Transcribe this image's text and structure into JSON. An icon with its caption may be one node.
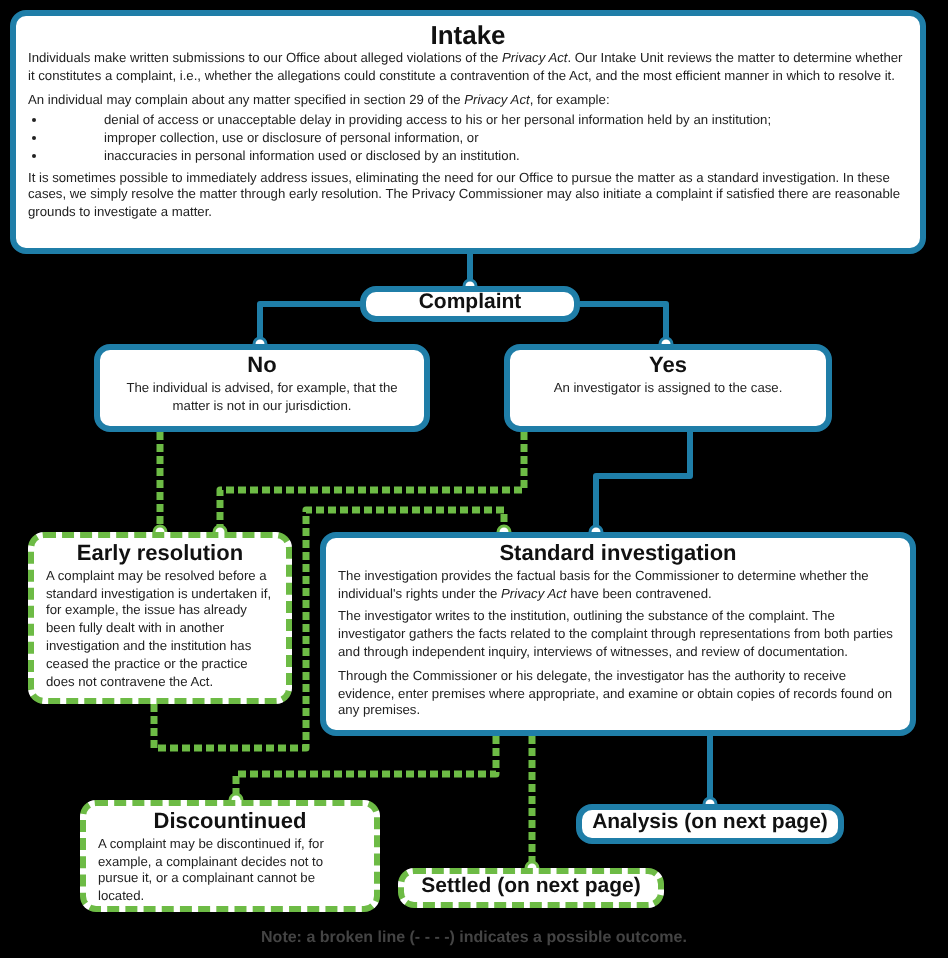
{
  "diagram": {
    "nodes": [
      {
        "text": [
          "Intake",
          "Individuals make written submissions to our Office about alleged violations of the *Privacy Act*. Our Intake Unit reviews the matter to determine whether it constitutes a complaint, i.e., whether the allegations could constitute a contravention of the Act, and the most efficient manner in which to resolve it.",
          "An individual may complain about any matter specified in section 29 of the *Privacy Act*, for example:",
          "denial of access or unacceptable delay in providing access to his or her personal information held by an institution;",
          "improper collection, use or disclosure of personal information, or",
          "inaccuracies in personal information used or disclosed by an institution.",
          "It is sometimes possible to immediately address issues, eliminating the need for our Office to pursue the matter as a standard investigation. In these cases, we simply resolve the matter through early resolution. The Privacy Commissioner may also initiate a complaint if satisfied there are reasonable grounds to investigate a matter."
        ]
      },
      {
        "text": [
          "Complaint"
        ]
      },
      {
        "text": [
          "No",
          "The individual is advised, for example, that the matter is not in our jurisdiction."
        ]
      },
      {
        "text": [
          "Yes",
          "An investigator is assigned to the case."
        ]
      },
      {
        "text": [
          "Early resolution",
          "A complaint may be resolved before a standard investigation is undertaken if, for example, the issue has already been fully dealt with in another investigation and the institution has ceased the practice or the practice does not contravene the Act."
        ]
      },
      {
        "text": [
          "Standard investigation",
          "The investigation provides the factual basis for the Commissioner to determine whether the individual's rights under the *Privacy Act* have been contravened.",
          "The investigator writes to the institution, outlining the substance of the complaint. The investigator gathers the facts related to the complaint through representations from both parties and through independent inquiry, interviews of witnesses, and review of documentation.",
          "Through the Commissioner or his delegate, the investigator has the authority to receive evidence, enter premises where appropriate, and examine or obtain copies of records found on any premises."
        ]
      },
      {
        "text": [
          "Discountinued",
          "A complaint may be discontinued if, for example, a complainant decides not to pursue it, or a complainant cannot be located."
        ]
      },
      {
        "text": [
          "Settled (on next page)"
        ]
      },
      {
        "text": [
          "Analysis (on next page)"
        ]
      }
    ],
    "edges": [
      {
        "from": 0,
        "to": 1,
        "arrow": "other"
      },
      {
        "from": 1,
        "to": 2,
        "arrow": "other"
      },
      {
        "from": 1,
        "to": 3,
        "arrow": "other"
      },
      {
        "from": 2,
        "to": 4,
        "arrow": "other",
        "style": "dashed",
        "color": "#6dbb45"
      },
      {
        "from": 3,
        "to": 4,
        "arrow": "other",
        "style": "dashed",
        "color": "#6dbb45"
      },
      {
        "from": 3,
        "to": 5,
        "arrow": "other"
      },
      {
        "from": 4,
        "to": 5,
        "arrow": "other",
        "style": "dashed",
        "color": "#6dbb45"
      },
      {
        "from": 5,
        "to": 6,
        "arrow": "other",
        "style": "dashed",
        "color": "#6dbb45"
      },
      {
        "from": 5,
        "to": 7,
        "arrow": "other",
        "style": "dashed",
        "color": "#6dbb45"
      },
      {
        "from": 5,
        "to": 8,
        "arrow": "other"
      }
    ],
    "labels": [
      "Note: a broken line (- - - -) indicates a possible outcome."
    ]
  }
}
